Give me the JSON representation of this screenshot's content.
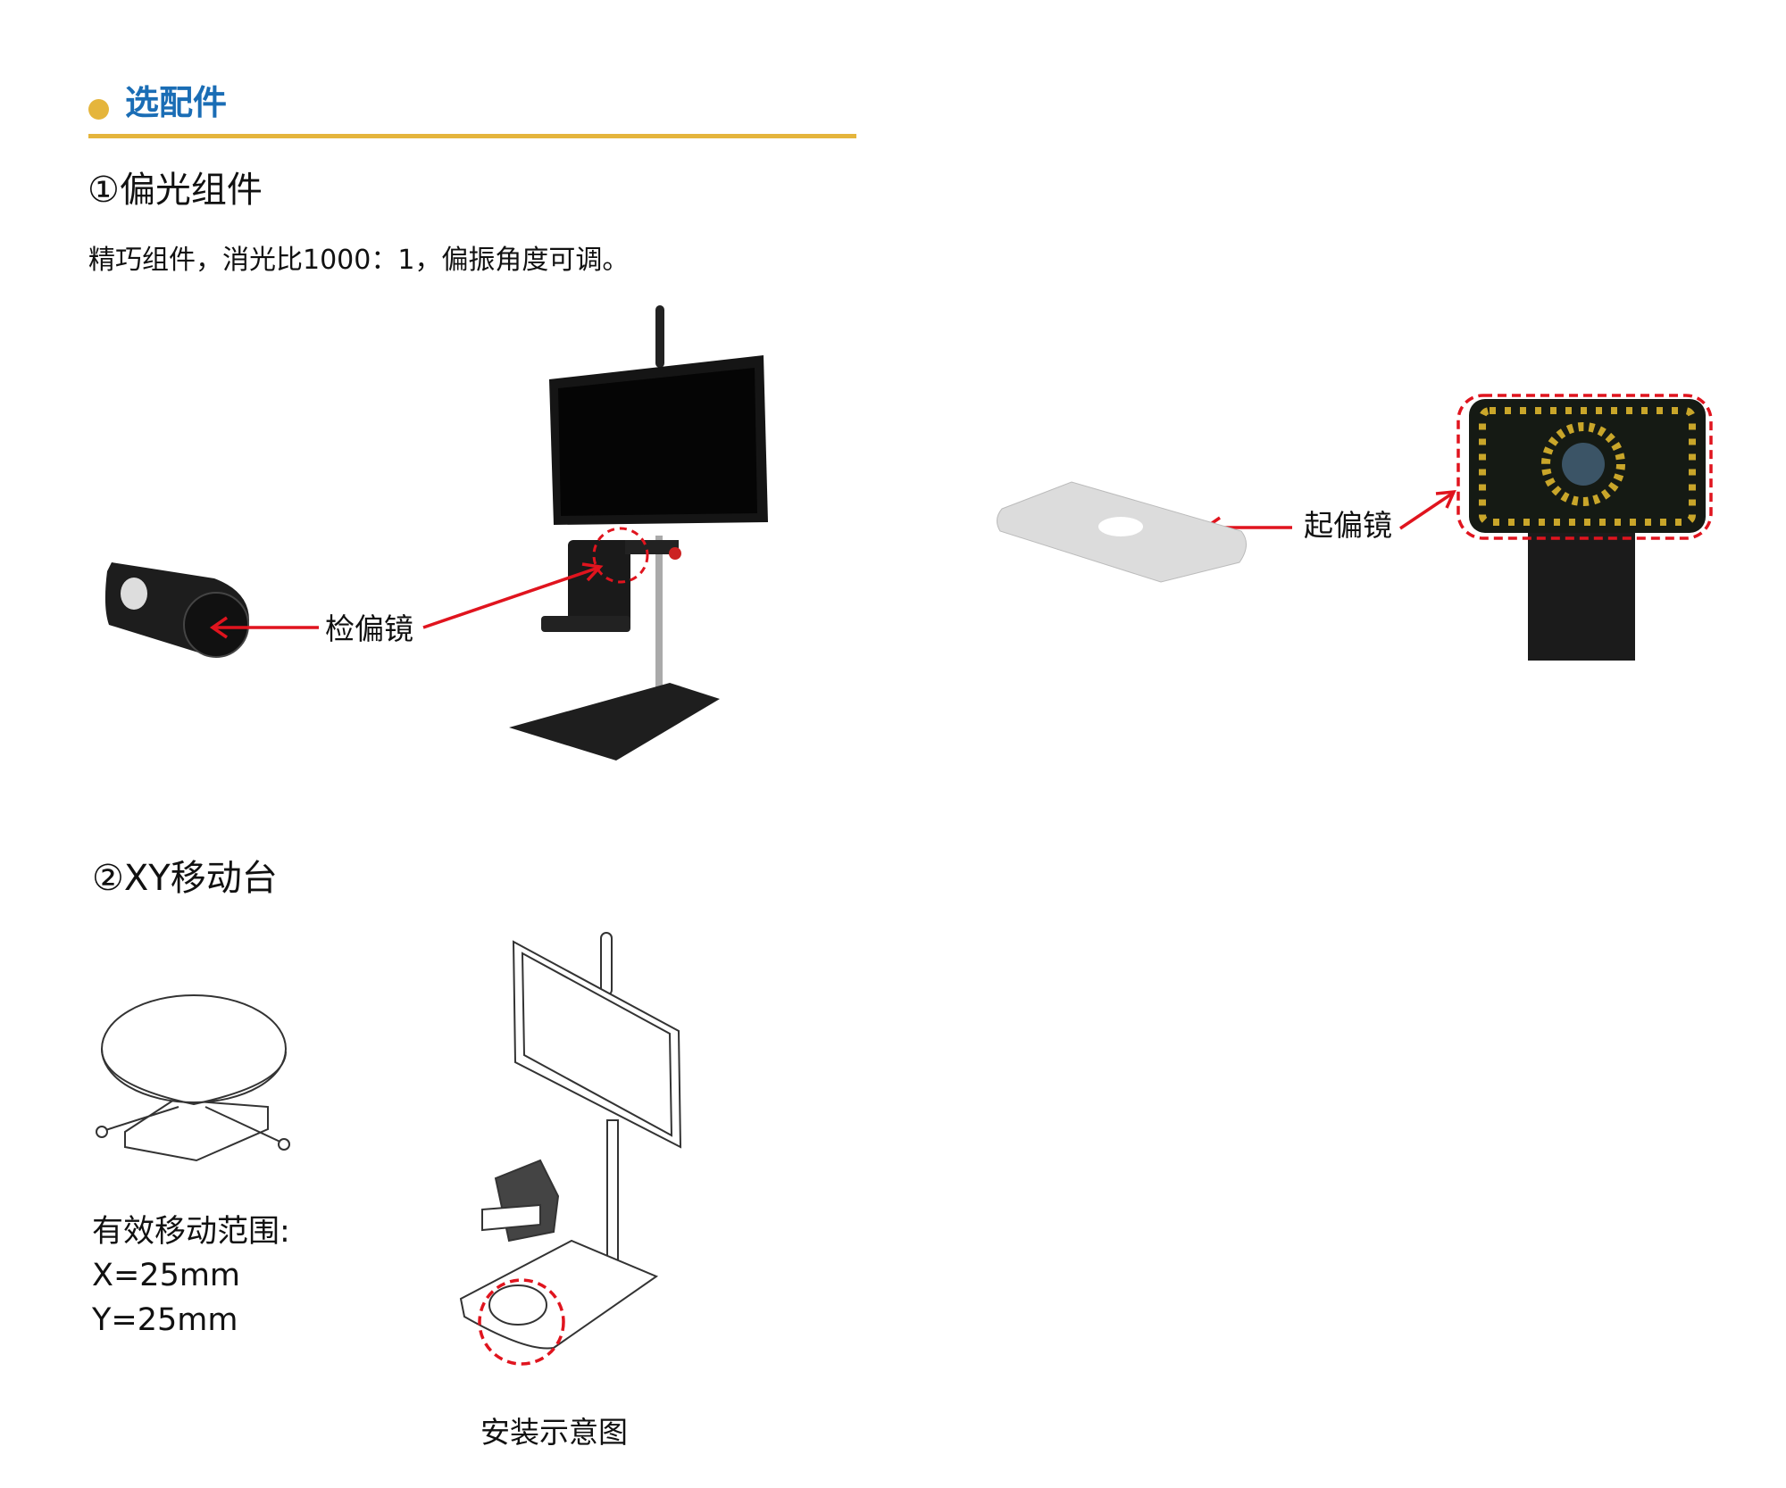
{
  "header": {
    "title": "选配件"
  },
  "polarizer": {
    "heading": "①偏光组件",
    "description": "精巧组件，消光比1000：1，偏振角度可调。",
    "analyzer_label": "检偏镜",
    "polarizer_label": "起偏镜"
  },
  "xy_stage": {
    "heading": "②XY移动台",
    "range_label": "有效移动范围:",
    "x_range": "X=25mm",
    "y_range": "Y=25mm",
    "caption": "安装示意图"
  },
  "colors": {
    "accent": "#e5b53c",
    "title": "#1a6db5",
    "highlight": "#e0141e"
  }
}
